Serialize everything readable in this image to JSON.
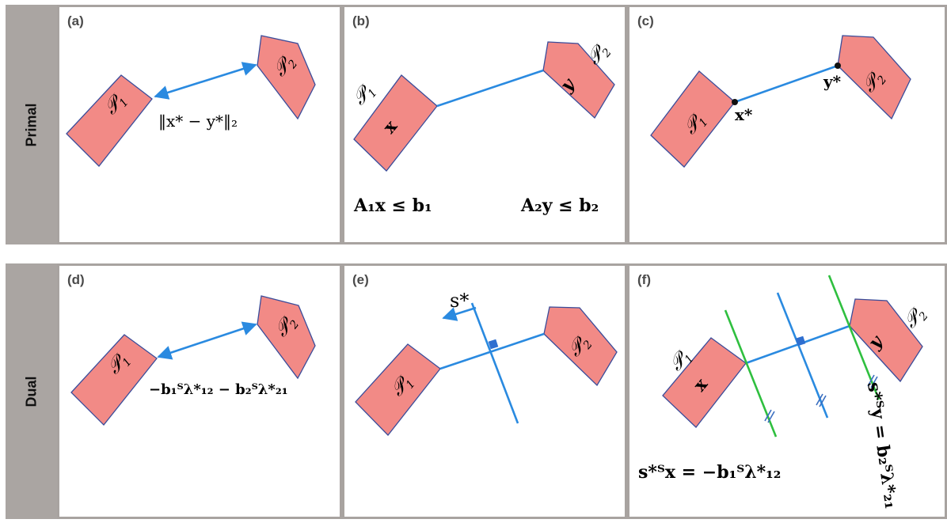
{
  "rows": [
    {
      "label": "Primal"
    },
    {
      "label": "Dual"
    }
  ],
  "panels": {
    "a": {
      "tag": "(a)",
      "p1": "𝒫",
      "p1_sub": "1",
      "p2": "𝒫",
      "p2_sub": "2",
      "dist_label": "‖x* − y*‖₂"
    },
    "b": {
      "tag": "(b)",
      "p1": "𝒫",
      "p1_sub": "1",
      "p2": "𝒫",
      "p2_sub": "2",
      "x": "x",
      "y": "y",
      "c1": "A₁x ≤ b₁",
      "c2": "A₂y ≤ b₂"
    },
    "c": {
      "tag": "(c)",
      "p1": "𝒫",
      "p1_sub": "1",
      "p2": "𝒫",
      "p2_sub": "2",
      "xstar": "x*",
      "ystar": "y*"
    },
    "d": {
      "tag": "(d)",
      "p1": "𝒫",
      "p1_sub": "1",
      "p2": "𝒫",
      "p2_sub": "2",
      "dual_label": "−b₁ᵀλ*₁₂ − b₂ᵀλ*₂₁"
    },
    "e": {
      "tag": "(e)",
      "p1": "𝒫",
      "p1_sub": "1",
      "p2": "𝒫",
      "p2_sub": "2",
      "s_label": "s*"
    },
    "f": {
      "tag": "(f)",
      "p1": "𝒫",
      "p1_sub": "1",
      "p2": "𝒫",
      "p2_sub": "2",
      "x": "x",
      "y": "y",
      "eq_left": "s*ᵀx = −b₁ᵀλ*₁₂",
      "eq_right": "s*ᵀy = b₂ᵀλ*₂₁"
    }
  },
  "colors": {
    "polygon_fill": "#f28a86",
    "polygon_stroke": "#3a4c9a",
    "blue_line": "#2a8ae0",
    "green_line": "#2fbf3f",
    "label_band": "#aaa5a2",
    "panel_border": "#a8a3a0"
  }
}
